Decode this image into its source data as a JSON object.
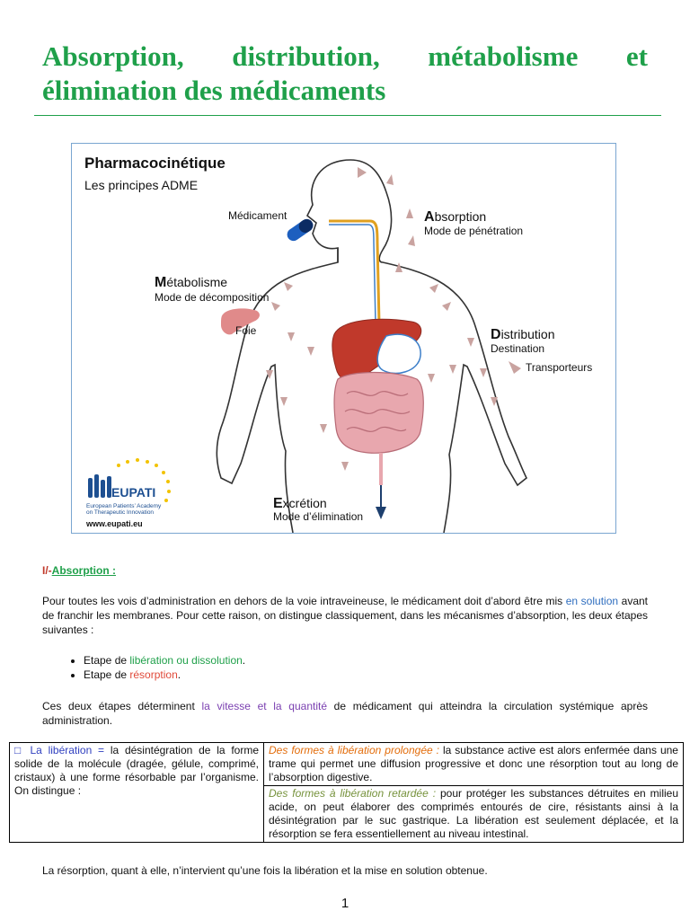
{
  "page": {
    "title": "Absorption, distribution, métabolisme et élimination des médicaments",
    "page_number": "1"
  },
  "figure": {
    "title": "Pharmacocinétique",
    "subtitle": "Les principes ADME",
    "labels": {
      "medicament": "Médicament",
      "absorption": "Absorption",
      "absorption_sub": "Mode de pénétration",
      "metabolisme": "Métabolisme",
      "metabolisme_sub": "Mode de décomposition",
      "foie": "Foie",
      "distribution": "Distribution",
      "distribution_sub": "Destination",
      "transporteurs": "Transporteurs",
      "excretion": "Excrétion",
      "excretion_sub": "Mode d’élimination"
    },
    "logo": {
      "name": "EUPATI",
      "tagline_1": "European Patients’ Academy",
      "tagline_2": "on Therapeutic Innovation",
      "url": "www.eupati.eu"
    },
    "colors": {
      "arrow": "#c9a3a0",
      "liver": "#c0392b",
      "intestine": "#e8a7ae",
      "body_outline": "#333333",
      "capsule": "#1d5fbf"
    }
  },
  "section": {
    "number": "I/-",
    "title": "Absorption :"
  },
  "para1": {
    "part1": "Pour toutes les vois d’administration en dehors de la voie intraveineuse, le médicament doit d’abord être mis ",
    "highlight": "en solution",
    "part2": " avant de franchir les membranes. Pour cette raison, on distingue classiquement, dans les mécanismes d’absorption, les deux étapes suivantes :"
  },
  "steps": [
    {
      "prefix": "Etape de ",
      "highlight": "libération ou dissolution",
      "suffix": "."
    },
    {
      "prefix": "Etape de ",
      "highlight": "résorption",
      "suffix": "."
    }
  ],
  "para2": {
    "part1": "Ces deux étapes déterminent  ",
    "highlight": "la vitesse et la quantité",
    "part2": " de médicament qui atteindra la circulation systémique après administration."
  },
  "table": {
    "left": {
      "marker": "□",
      "key": " La libération = ",
      "text": "la désintégration de la forme solide de la molécule (dragée, gélule, comprimé, cristaux) à une forme résorbable par l’organisme. On distingue :"
    },
    "right": [
      {
        "label": "Des formes à libération prolongée :",
        "text": " la substance active est alors enfermée dans une trame qui permet une diffusion progressive et donc une résorption tout au long de l’absorption digestive."
      },
      {
        "label": "Des formes à libération retardée :",
        "text": " pour protéger les substances détruites en milieu acide, on peut élaborer des comprimés entourés de cire, résistants ainsi à la désintégration par le suc gastrique. La libération est seulement déplacée, et la résorption se fera essentiellement au niveau intestinal."
      }
    ]
  },
  "para3": "La résorption, quant à elle, n’intervient qu’une fois la libération et la mise en solution obtenue."
}
